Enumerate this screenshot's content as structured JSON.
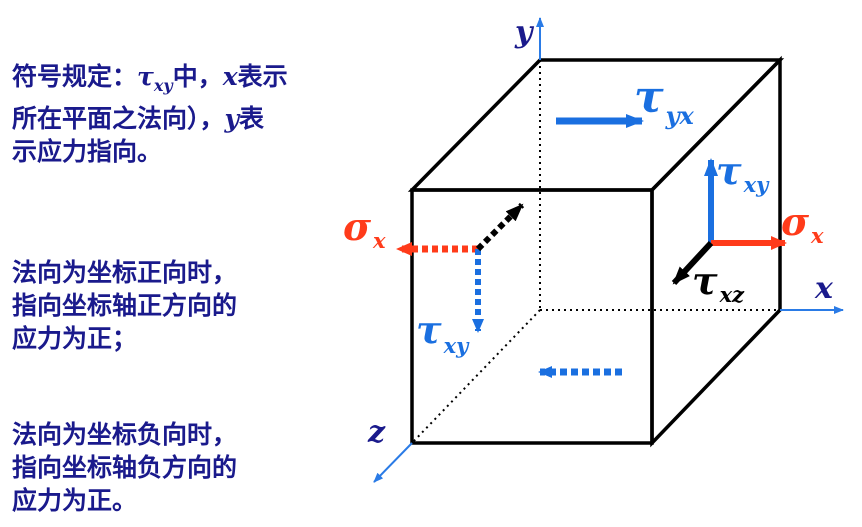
{
  "rule": {
    "line1_prefix": "符号规定：",
    "tau": "τ",
    "sub_xy": "xy",
    "line1_mid": "中，",
    "x": "x",
    "line1_suffix": "表示",
    "line2_prefix": "所在平面之法向），",
    "y": "y",
    "line2_suffix": "表",
    "line3": "示应力指向。"
  },
  "positive_rule": {
    "line1": "法向为坐标正向时，",
    "line2": "指向坐标轴正方向的",
    "line3": "应力为正；"
  },
  "negative_rule": {
    "line1": "法向为坐标负向时，",
    "line2": "指向坐标轴负方向的",
    "line3": "应力为正。"
  },
  "axes": {
    "x": "x",
    "y": "y",
    "z": "z"
  },
  "labels": {
    "sigma": "σ",
    "tau": "τ",
    "sub_x": "x",
    "sub_yx": "yx",
    "sub_xy": "xy",
    "sub_xz": "xz"
  },
  "colors": {
    "text": "#1a1a8c",
    "blue": "#1a6fe0",
    "red": "#ff3b1a",
    "black": "#000000",
    "axis": "#2a7be6"
  }
}
